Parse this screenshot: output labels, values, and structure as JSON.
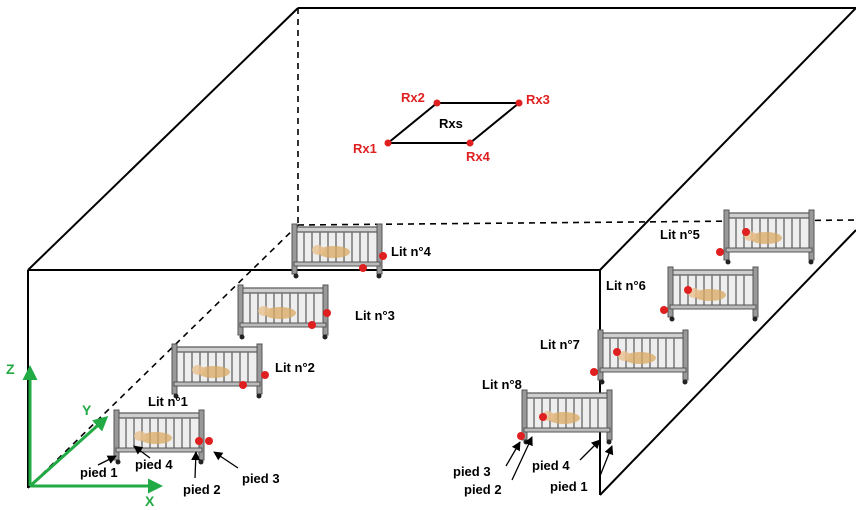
{
  "colors": {
    "rx_point": "#e02020",
    "axis": "#22aa44",
    "crib_frame": "#555555",
    "crib_fill": "#e9e9e9",
    "baby": "#d9a860",
    "sensor": "#e02020"
  },
  "receivers": {
    "center_label": "Rxs",
    "points": [
      {
        "label": "Rx1"
      },
      {
        "label": "Rx2"
      },
      {
        "label": "Rx3"
      },
      {
        "label": "Rx4"
      }
    ]
  },
  "axes": {
    "x_label": "X",
    "y_label": "Y",
    "z_label": "Z"
  },
  "beds": [
    {
      "label": "Lit n°1"
    },
    {
      "label": "Lit n°2"
    },
    {
      "label": "Lit n°3"
    },
    {
      "label": "Lit n°4"
    },
    {
      "label": "Lit n°5"
    },
    {
      "label": "Lit n°6"
    },
    {
      "label": "Lit n°7"
    },
    {
      "label": "Lit n°8"
    }
  ],
  "feet_left": [
    "pied 1",
    "pied 2",
    "pied 3",
    "pied 4"
  ],
  "feet_right": [
    "pied 1",
    "pied 2",
    "pied 3",
    "pied 4"
  ]
}
